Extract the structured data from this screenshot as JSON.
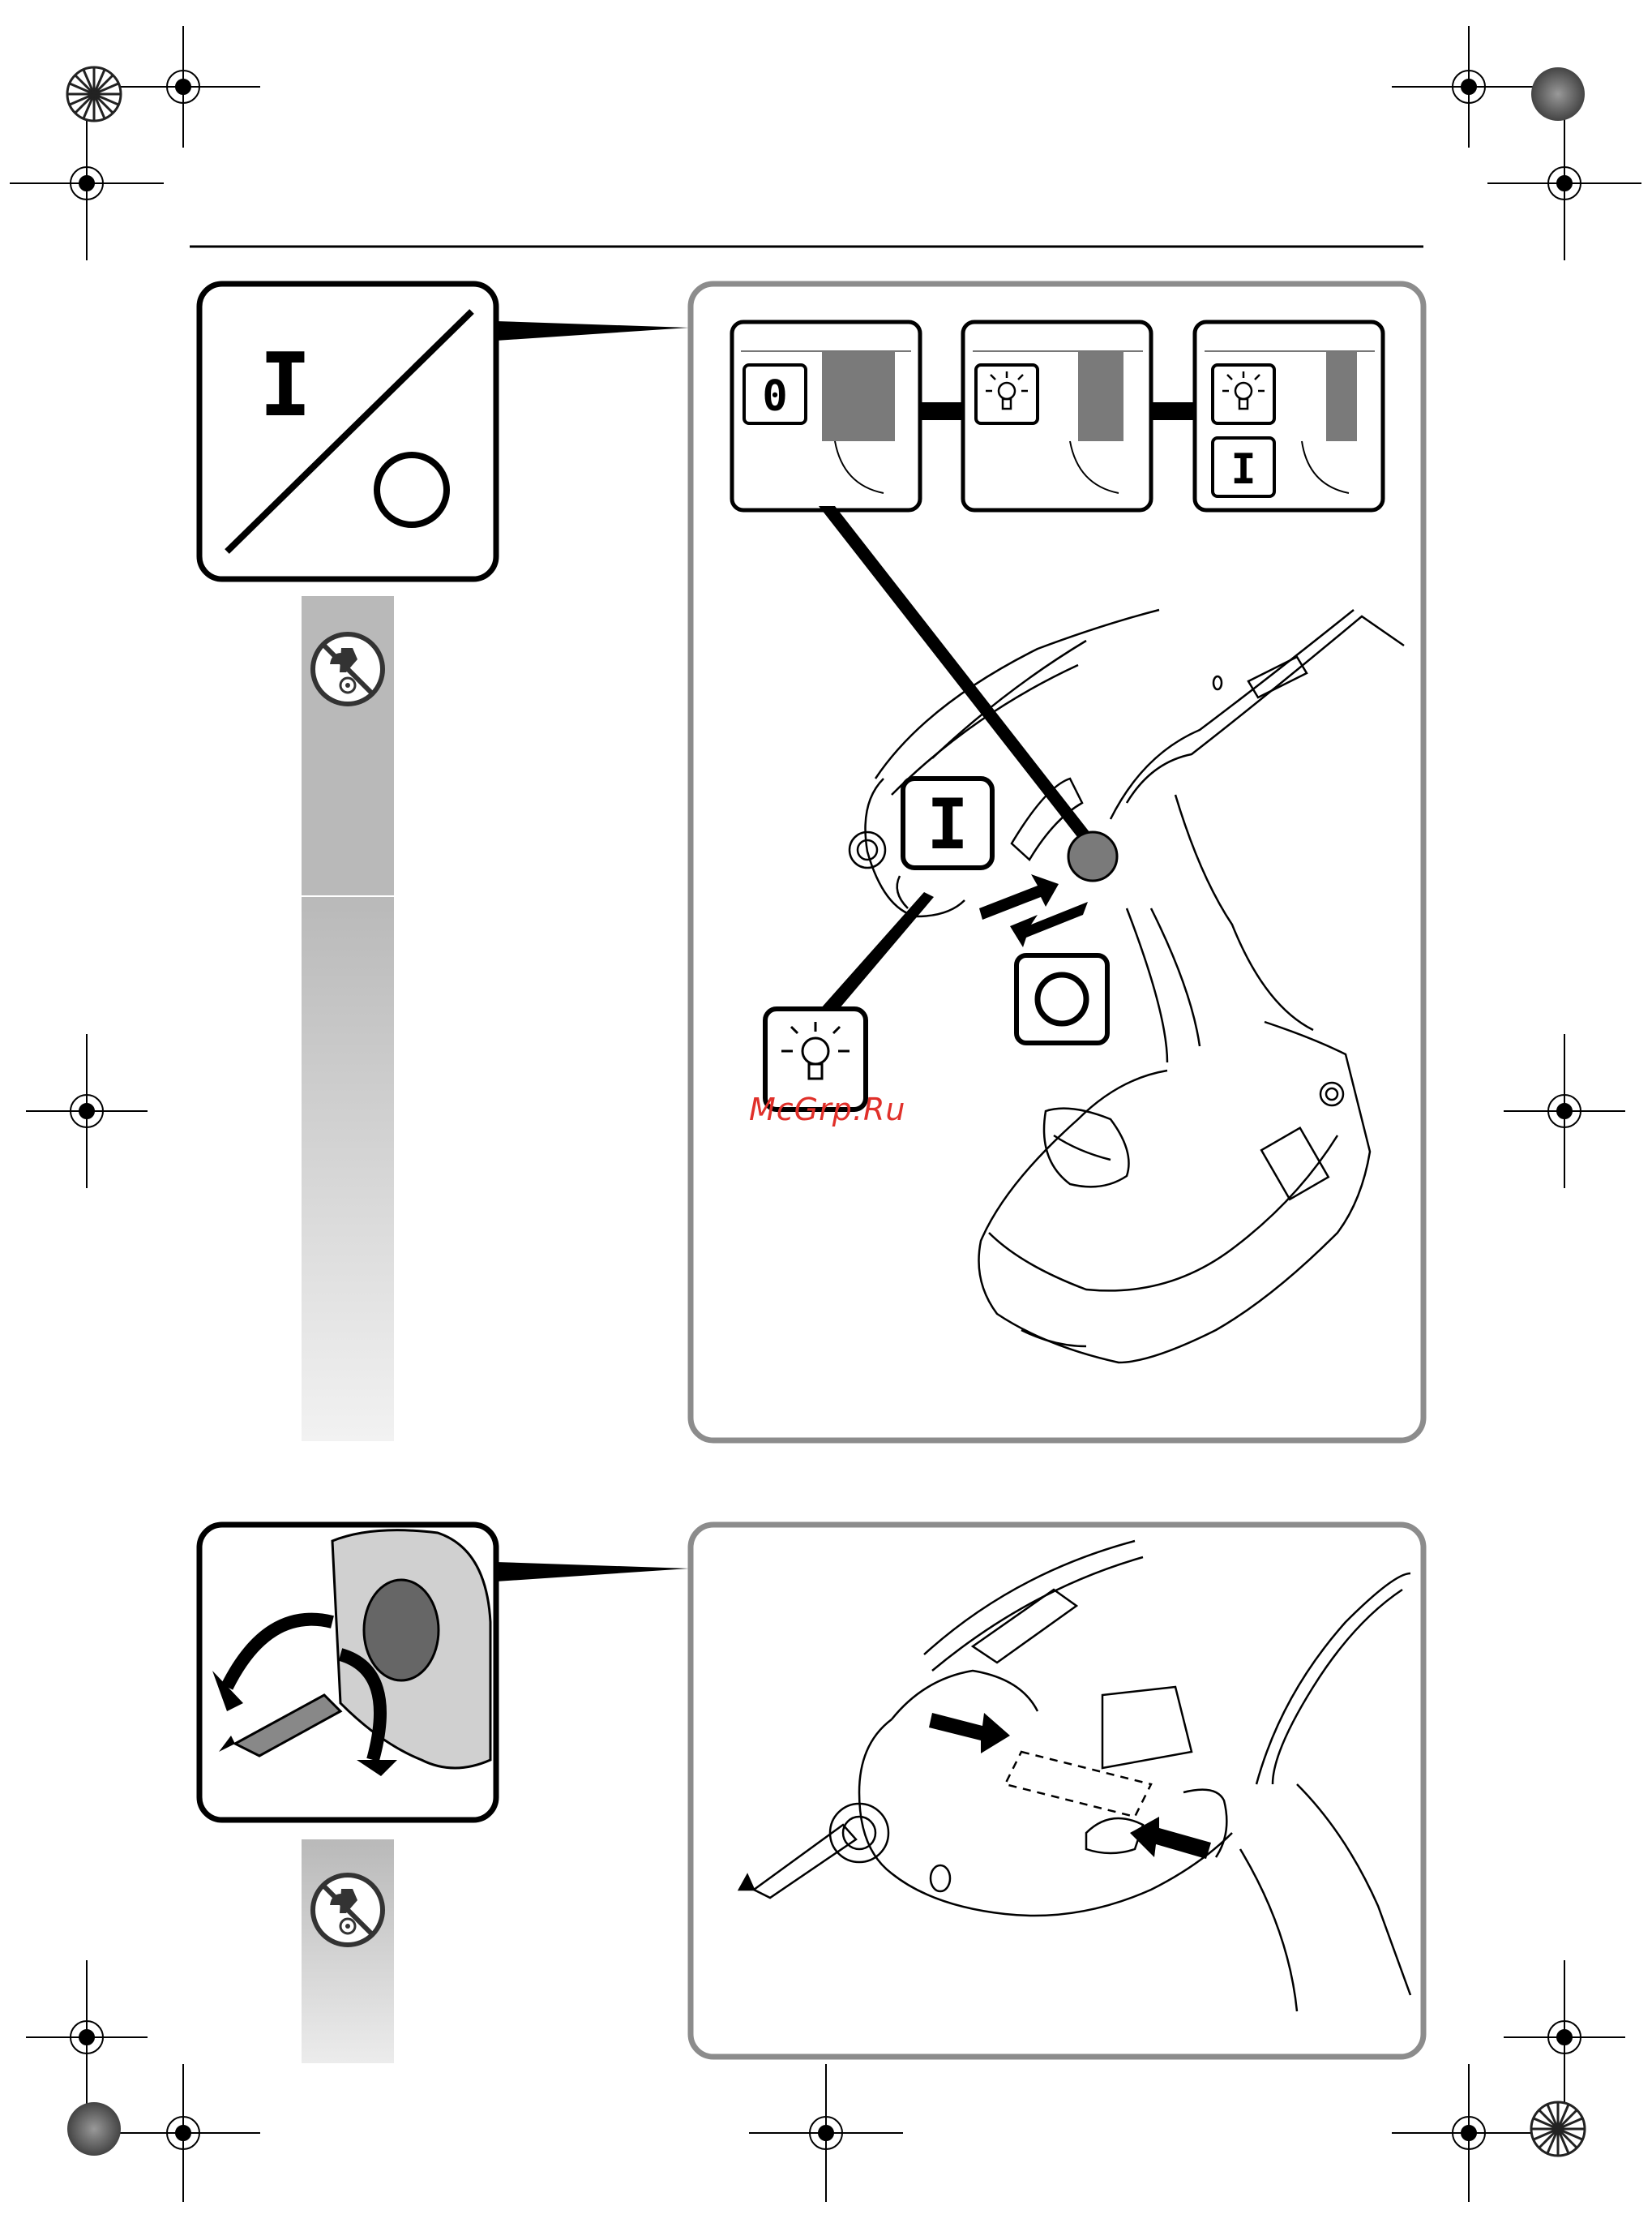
{
  "watermark": {
    "text": "McGrp.Ru",
    "color": "#e0302a"
  },
  "switch_symbol": {
    "on": "I",
    "off": "O"
  },
  "detail_boxes": [
    {
      "label": "0",
      "icon": ""
    },
    {
      "label": "",
      "icon": "light-bulb-icon"
    },
    {
      "label": "I",
      "icon": "light-bulb-icon"
    }
  ],
  "drill_labels": {
    "on": "I",
    "off": "O"
  },
  "icons": {
    "crop_marks": "crosshair-icon",
    "color_target": "registration-wheel-icon",
    "safety": "no-battery-handling-icon",
    "bit_rotate": "rotate-arrows-icon",
    "light": "light-bulb-icon"
  },
  "colors": {
    "frame": "#8c8c8c",
    "gray_strip": "#b9b9b9",
    "dark_fill": "#7a7a7a"
  }
}
